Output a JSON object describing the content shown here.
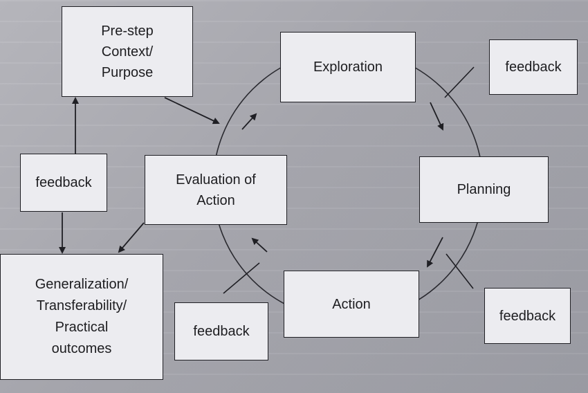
{
  "nodes": {
    "prestep": "Pre-step\nContext/\nPurpose",
    "exploration": "Exploration",
    "planning": "Planning",
    "action": "Action",
    "evaluation": "Evaluation of\nAction",
    "generalization": "Generalization/\nTransferability/\nPractical\noutcomes",
    "feedback_left": "feedback",
    "feedback_topright": "feedback",
    "feedback_bottomright": "feedback",
    "feedback_bottomleft": "feedback"
  },
  "colors": {
    "page": "#adadb4",
    "box_fill": "#ececf0",
    "ink": "#1f1f24"
  }
}
